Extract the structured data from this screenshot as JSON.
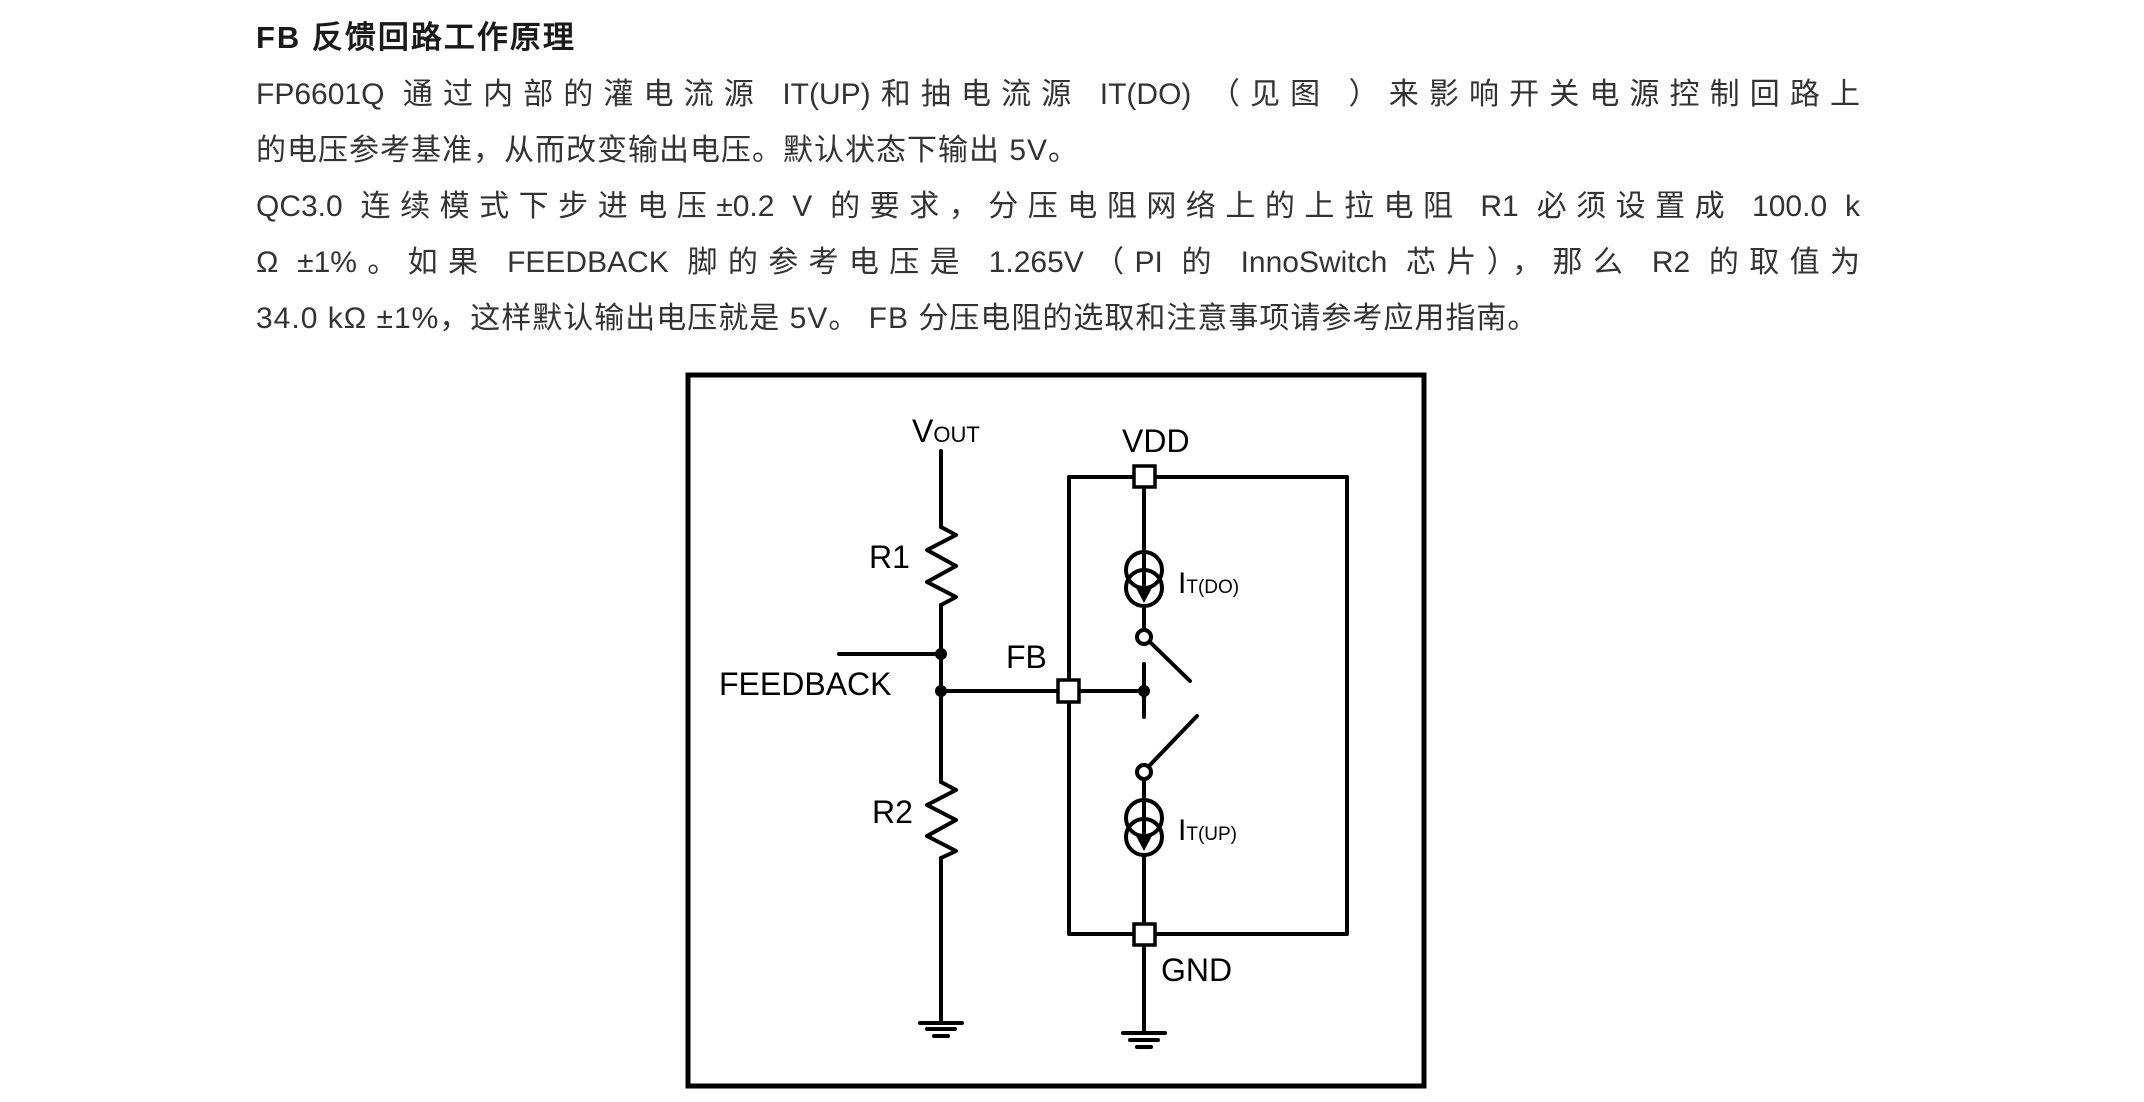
{
  "section": {
    "heading": "FB 反馈回路工作原理",
    "paragraphs": [
      {
        "lines": [
          "FP6601Q 通过内部的灌电流源 IT(UP)和抽电流源 IT(DO) （见图 ）来影响开关电源控制回路上",
          "的电压参考基准，从而改变输出电压。默认状态下输出 5V。"
        ]
      },
      {
        "lines": [
          "QC3.0 连续模式下步进电压±0.2 V 的要求，分压电阻网络上的上拉电阻 R1 必须设置成 100.0 k",
          "Ω ±1%。如果 FEEDBACK 脚的参考电压是 1.265V（PI 的 InnoSwitch 芯片），那么 R2 的取值为",
          "34.0 kΩ ±1%，这样默认输出电压就是 5V。 FB 分压电阻的选取和注意事项请参考应用指南。"
        ]
      }
    ]
  },
  "diagram": {
    "labels": {
      "vout_main": "V",
      "vout_sub": "OUT",
      "vdd": "VDD",
      "r1": "R1",
      "r2": "R2",
      "feedback": "FEEDBACK",
      "fb": "FB",
      "gnd": "GND",
      "it_do_main": "I",
      "it_do_sub": "T(DO)",
      "it_up_main": "I",
      "it_up_sub": "T(UP)"
    },
    "components": [
      {
        "id": "R1",
        "type": "resistor"
      },
      {
        "id": "R2",
        "type": "resistor"
      },
      {
        "id": "IT(DO)",
        "type": "current-source"
      },
      {
        "id": "IT(UP)",
        "type": "current-source"
      },
      {
        "id": "SW1",
        "type": "switch",
        "state": "open"
      },
      {
        "id": "SW2",
        "type": "switch",
        "state": "open"
      }
    ],
    "pins": [
      "VDD",
      "FB",
      "GND"
    ]
  }
}
